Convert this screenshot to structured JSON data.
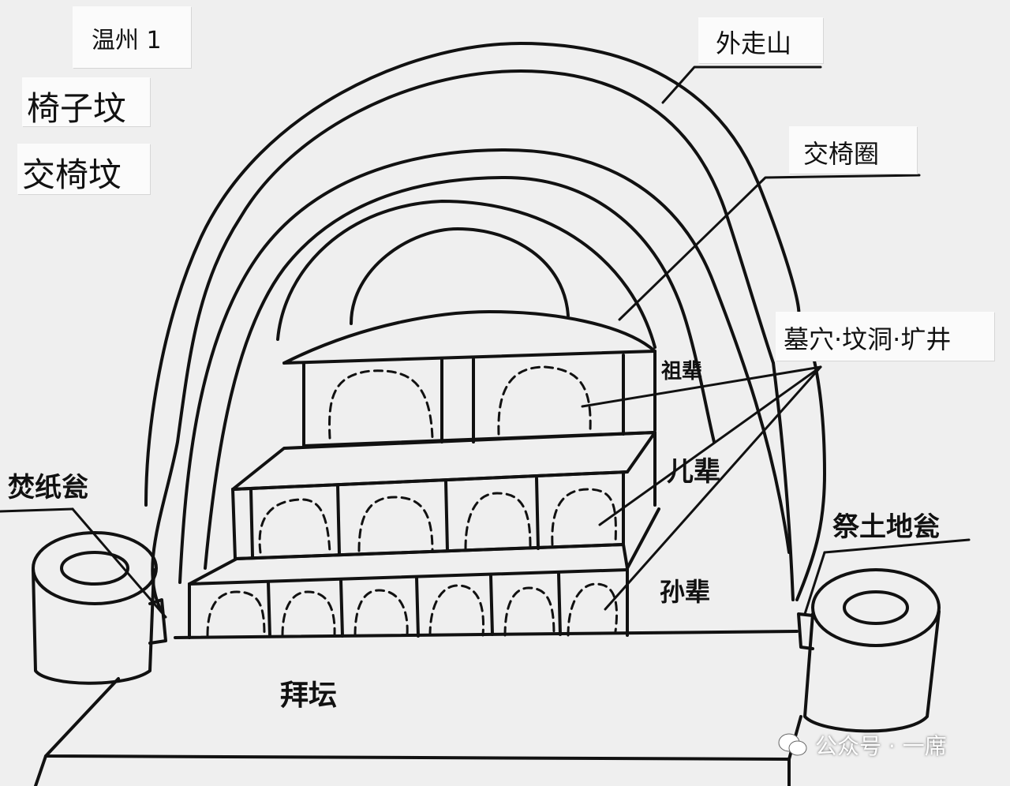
{
  "labels": {
    "title": "温州 1",
    "type1": "椅子坟",
    "type2": "交椅坟",
    "outer_hill": "外走山",
    "chair_ring": "交椅圈",
    "tomb_pit": "墓穴·坟洞·圹井",
    "ancestors": "祖辈",
    "sons": "儿辈",
    "grandsons": "孙辈",
    "paper_urn": "焚纸瓮",
    "earth_god_urn": "祭土地瓮",
    "altar": "拜坛"
  },
  "watermark": "公众号 · 一席",
  "colors": {
    "ink": "#111111",
    "paper": "#efefef"
  }
}
